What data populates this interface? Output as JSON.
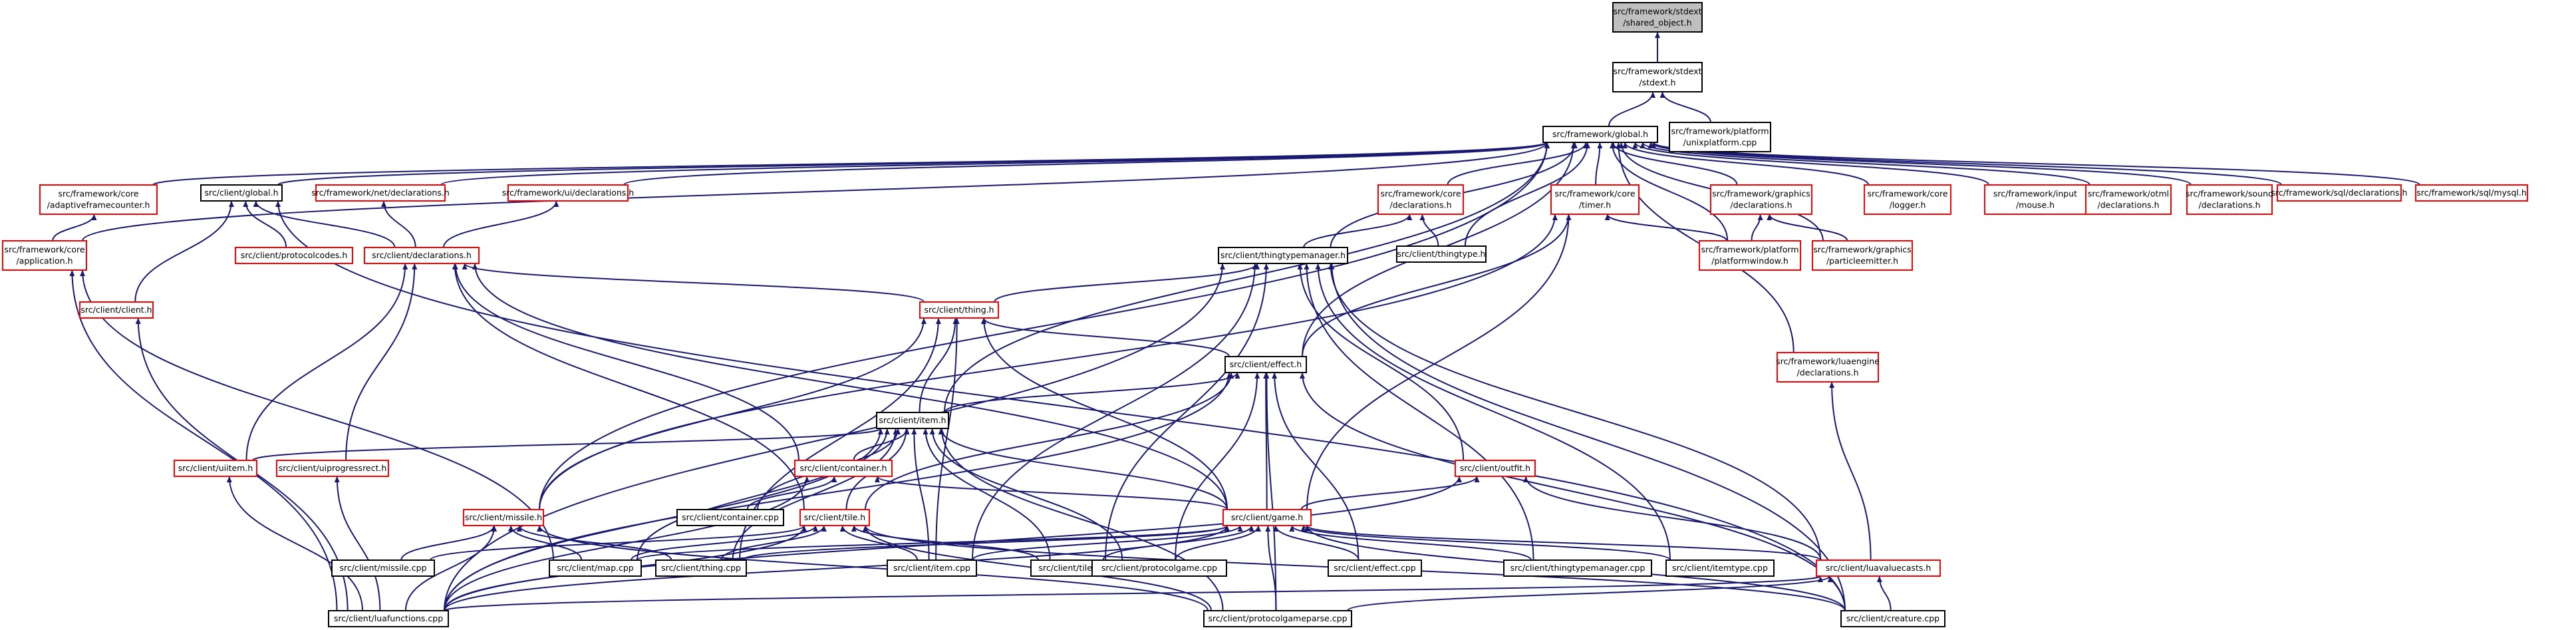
{
  "colors": {
    "edge": "#191970",
    "red": "#ff0000",
    "black": "#000000",
    "root_fill": "#bfbfbf",
    "text": "#000000"
  },
  "nodes": [
    {
      "id": "shared",
      "lines": [
        "src/framework/stdext",
        "/shared_object.h"
      ],
      "kind": "root"
    },
    {
      "id": "stdext",
      "lines": [
        "src/framework/stdext",
        "/stdext.h"
      ],
      "kind": "black"
    },
    {
      "id": "global_fw",
      "lines": [
        "src/framework/global.h"
      ],
      "kind": "black"
    },
    {
      "id": "unixplatform",
      "lines": [
        "src/framework/platform",
        "/unixplatform.cpp"
      ],
      "kind": "black"
    },
    {
      "id": "adaptive",
      "lines": [
        "src/framework/core",
        "/adaptiveframecounter.h"
      ],
      "kind": "red"
    },
    {
      "id": "client_global",
      "lines": [
        "src/client/global.h"
      ],
      "kind": "black"
    },
    {
      "id": "net_decl",
      "lines": [
        "src/framework/net/declarations.h"
      ],
      "kind": "red"
    },
    {
      "id": "ui_decl",
      "lines": [
        "src/framework/ui/declarations.h"
      ],
      "kind": "red"
    },
    {
      "id": "core_decl",
      "lines": [
        "src/framework/core",
        "/declarations.h"
      ],
      "kind": "red"
    },
    {
      "id": "timer",
      "lines": [
        "src/framework/core",
        "/timer.h"
      ],
      "kind": "red"
    },
    {
      "id": "gfx_decl",
      "lines": [
        "src/framework/graphics",
        "/declarations.h"
      ],
      "kind": "red"
    },
    {
      "id": "logger",
      "lines": [
        "src/framework/core",
        "/logger.h"
      ],
      "kind": "red"
    },
    {
      "id": "input_mouse",
      "lines": [
        "src/framework/input",
        "/mouse.h"
      ],
      "kind": "red"
    },
    {
      "id": "otml_decl",
      "lines": [
        "src/framework/otml",
        "/declarations.h"
      ],
      "kind": "red"
    },
    {
      "id": "sound_decl",
      "lines": [
        "src/framework/sound",
        "/declarations.h"
      ],
      "kind": "red"
    },
    {
      "id": "sql_decl",
      "lines": [
        "src/framework/sql/declarations.h"
      ],
      "kind": "red"
    },
    {
      "id": "mysql",
      "lines": [
        "src/framework/sql/mysql.h"
      ],
      "kind": "red"
    },
    {
      "id": "application",
      "lines": [
        "src/framework/core",
        "/application.h"
      ],
      "kind": "red"
    },
    {
      "id": "protocolcodes",
      "lines": [
        "src/client/protocolcodes.h"
      ],
      "kind": "red"
    },
    {
      "id": "client_decl",
      "lines": [
        "src/client/declarations.h"
      ],
      "kind": "red"
    },
    {
      "id": "thingtypemanager",
      "lines": [
        "src/client/thingtypemanager.h"
      ],
      "kind": "black"
    },
    {
      "id": "thingtype",
      "lines": [
        "src/client/thingtype.h"
      ],
      "kind": "black"
    },
    {
      "id": "platformwindow",
      "lines": [
        "src/framework/platform",
        "/platformwindow.h"
      ],
      "kind": "red"
    },
    {
      "id": "particleemitter",
      "lines": [
        "src/framework/graphics",
        "/particleemitter.h"
      ],
      "kind": "red"
    },
    {
      "id": "client_h",
      "lines": [
        "src/client/client.h"
      ],
      "kind": "red"
    },
    {
      "id": "thing",
      "lines": [
        "src/client/thing.h"
      ],
      "kind": "red"
    },
    {
      "id": "effect_h",
      "lines": [
        "src/client/effect.h"
      ],
      "kind": "black"
    },
    {
      "id": "luaengine_decl",
      "lines": [
        "src/framework/luaengine",
        "/declarations.h"
      ],
      "kind": "red"
    },
    {
      "id": "item",
      "lines": [
        "src/client/item.h"
      ],
      "kind": "black"
    },
    {
      "id": "uiitem",
      "lines": [
        "src/client/uiitem.h"
      ],
      "kind": "red"
    },
    {
      "id": "uiprogressrect",
      "lines": [
        "src/client/uiprogressrect.h"
      ],
      "kind": "red"
    },
    {
      "id": "container_h",
      "lines": [
        "src/client/container.h"
      ],
      "kind": "red"
    },
    {
      "id": "outfit",
      "lines": [
        "src/client/outfit.h"
      ],
      "kind": "red"
    },
    {
      "id": "container_cpp",
      "lines": [
        "src/client/container.cpp"
      ],
      "kind": "black"
    },
    {
      "id": "missile_h",
      "lines": [
        "src/client/missile.h"
      ],
      "kind": "red"
    },
    {
      "id": "tile_h",
      "lines": [
        "src/client/tile.h"
      ],
      "kind": "red"
    },
    {
      "id": "game_h",
      "lines": [
        "src/client/game.h"
      ],
      "kind": "red"
    },
    {
      "id": "missile_cpp",
      "lines": [
        "src/client/missile.cpp"
      ],
      "kind": "black"
    },
    {
      "id": "map_cpp",
      "lines": [
        "src/client/map.cpp"
      ],
      "kind": "black"
    },
    {
      "id": "thing_cpp",
      "lines": [
        "src/client/thing.cpp"
      ],
      "kind": "black"
    },
    {
      "id": "item_cpp",
      "lines": [
        "src/client/item.cpp"
      ],
      "kind": "black"
    },
    {
      "id": "tile_cpp",
      "lines": [
        "src/client/tile.cpp"
      ],
      "kind": "black"
    },
    {
      "id": "protocolgame_cpp",
      "lines": [
        "src/client/protocolgame.cpp"
      ],
      "kind": "black"
    },
    {
      "id": "effect_cpp",
      "lines": [
        "src/client/effect.cpp"
      ],
      "kind": "black"
    },
    {
      "id": "thingtypemanager_cpp",
      "lines": [
        "src/client/thingtypemanager.cpp"
      ],
      "kind": "black"
    },
    {
      "id": "itemtype_cpp",
      "lines": [
        "src/client/itemtype.cpp"
      ],
      "kind": "black"
    },
    {
      "id": "luavaluecasts",
      "lines": [
        "src/client/luavaluecasts.h"
      ],
      "kind": "red"
    },
    {
      "id": "luafunctions",
      "lines": [
        "src/client/luafunctions.cpp"
      ],
      "kind": "black"
    },
    {
      "id": "protocolgameparse",
      "lines": [
        "src/client/protocolgameparse.cpp"
      ],
      "kind": "black"
    },
    {
      "id": "creature_cpp",
      "lines": [
        "src/client/creature.cpp"
      ],
      "kind": "black"
    }
  ],
  "edges": [
    [
      "stdext",
      "shared"
    ],
    [
      "global_fw",
      "stdext"
    ],
    [
      "unixplatform",
      "stdext"
    ],
    [
      "adaptive",
      "global_fw"
    ],
    [
      "net_decl",
      "global_fw"
    ],
    [
      "ui_decl",
      "global_fw"
    ],
    [
      "core_decl",
      "global_fw"
    ],
    [
      "timer",
      "global_fw"
    ],
    [
      "gfx_decl",
      "global_fw"
    ],
    [
      "logger",
      "global_fw"
    ],
    [
      "input_mouse",
      "global_fw"
    ],
    [
      "otml_decl",
      "global_fw"
    ],
    [
      "sound_decl",
      "global_fw"
    ],
    [
      "sql_decl",
      "global_fw"
    ],
    [
      "mysql",
      "global_fw"
    ],
    [
      "application",
      "global_fw"
    ],
    [
      "thingtypemanager",
      "global_fw"
    ],
    [
      "thingtype",
      "global_fw"
    ],
    [
      "platformwindow",
      "global_fw"
    ],
    [
      "particleemitter",
      "global_fw"
    ],
    [
      "luaengine_decl",
      "global_fw"
    ],
    [
      "effect_h",
      "global_fw"
    ],
    [
      "item",
      "global_fw"
    ],
    [
      "missile_h",
      "global_fw"
    ],
    [
      "client_global",
      "global_fw"
    ],
    [
      "application",
      "adaptive"
    ],
    [
      "luafunctions",
      "application"
    ],
    [
      "map_cpp",
      "application"
    ],
    [
      "client_decl",
      "client_global"
    ],
    [
      "client_decl",
      "net_decl"
    ],
    [
      "client_decl",
      "ui_decl"
    ],
    [
      "protocolcodes",
      "client_global"
    ],
    [
      "client_h",
      "client_global"
    ],
    [
      "creature_cpp",
      "client_global"
    ],
    [
      "thingtypemanager",
      "core_decl"
    ],
    [
      "thingtype",
      "core_decl"
    ],
    [
      "platformwindow",
      "gfx_decl"
    ],
    [
      "particleemitter",
      "gfx_decl"
    ],
    [
      "platformwindow",
      "timer"
    ],
    [
      "effect_h",
      "timer"
    ],
    [
      "game_h",
      "timer"
    ],
    [
      "missile_h",
      "timer"
    ],
    [
      "luafunctions",
      "client_h"
    ],
    [
      "thing",
      "client_decl"
    ],
    [
      "container_h",
      "client_decl"
    ],
    [
      "uiitem",
      "client_decl"
    ],
    [
      "uiprogressrect",
      "client_decl"
    ],
    [
      "tile_h",
      "client_decl"
    ],
    [
      "game_h",
      "client_decl"
    ],
    [
      "thing",
      "thingtypemanager"
    ],
    [
      "item_cpp",
      "thingtypemanager"
    ],
    [
      "tile_cpp",
      "thingtypemanager"
    ],
    [
      "thingtypemanager_cpp",
      "thingtypemanager"
    ],
    [
      "itemtype_cpp",
      "thingtypemanager"
    ],
    [
      "luavaluecasts",
      "thingtypemanager"
    ],
    [
      "luafunctions",
      "thingtypemanager"
    ],
    [
      "creature_cpp",
      "thingtypemanager"
    ],
    [
      "outfit",
      "thingtypemanager"
    ],
    [
      "effect_h",
      "thing"
    ],
    [
      "item",
      "thing"
    ],
    [
      "missile_h",
      "thing"
    ],
    [
      "thing_cpp",
      "thing"
    ],
    [
      "item_cpp",
      "thing"
    ],
    [
      "game_h",
      "thing"
    ],
    [
      "item",
      "effect_h"
    ],
    [
      "tile_h",
      "effect_h"
    ],
    [
      "game_h",
      "effect_h"
    ],
    [
      "effect_cpp",
      "effect_h"
    ],
    [
      "protocolgame_cpp",
      "effect_h"
    ],
    [
      "protocolgameparse",
      "effect_h"
    ],
    [
      "luafunctions",
      "effect_h"
    ],
    [
      "creature_cpp",
      "effect_h"
    ],
    [
      "luavaluecasts",
      "luaengine_decl"
    ],
    [
      "uiitem",
      "item"
    ],
    [
      "container_h",
      "item"
    ],
    [
      "tile_h",
      "item"
    ],
    [
      "game_h",
      "item"
    ],
    [
      "item_cpp",
      "item"
    ],
    [
      "tile_cpp",
      "item"
    ],
    [
      "map_cpp",
      "item"
    ],
    [
      "thing_cpp",
      "item"
    ],
    [
      "container_cpp",
      "item"
    ],
    [
      "protocolgame_cpp",
      "item"
    ],
    [
      "protocolgameparse",
      "item"
    ],
    [
      "luafunctions",
      "item"
    ],
    [
      "luafunctions",
      "uiitem"
    ],
    [
      "luafunctions",
      "uiprogressrect"
    ],
    [
      "container_cpp",
      "container_h"
    ],
    [
      "game_h",
      "container_h"
    ],
    [
      "luafunctions",
      "container_h"
    ],
    [
      "game_h",
      "outfit"
    ],
    [
      "luavaluecasts",
      "outfit"
    ],
    [
      "luafunctions",
      "outfit"
    ],
    [
      "missile_cpp",
      "missile_h"
    ],
    [
      "map_cpp",
      "missile_h"
    ],
    [
      "thing_cpp",
      "missile_h"
    ],
    [
      "luafunctions",
      "missile_h"
    ],
    [
      "protocolgameparse",
      "missile_h"
    ],
    [
      "map_cpp",
      "tile_h"
    ],
    [
      "thing_cpp",
      "tile_h"
    ],
    [
      "item_cpp",
      "tile_h"
    ],
    [
      "tile_cpp",
      "tile_h"
    ],
    [
      "luafunctions",
      "tile_h"
    ],
    [
      "protocolgameparse",
      "tile_h"
    ],
    [
      "creature_cpp",
      "tile_h"
    ],
    [
      "missile_cpp",
      "tile_h"
    ],
    [
      "map_cpp",
      "game_h"
    ],
    [
      "thing_cpp",
      "game_h"
    ],
    [
      "item_cpp",
      "game_h"
    ],
    [
      "tile_cpp",
      "game_h"
    ],
    [
      "protocolgame_cpp",
      "game_h"
    ],
    [
      "effect_cpp",
      "game_h"
    ],
    [
      "thingtypemanager_cpp",
      "game_h"
    ],
    [
      "itemtype_cpp",
      "game_h"
    ],
    [
      "luavaluecasts",
      "game_h"
    ],
    [
      "luafunctions",
      "game_h"
    ],
    [
      "protocolgameparse",
      "game_h"
    ],
    [
      "creature_cpp",
      "game_h"
    ],
    [
      "luafunctions",
      "luavaluecasts"
    ],
    [
      "protocolgameparse",
      "luavaluecasts"
    ],
    [
      "creature_cpp",
      "luavaluecasts"
    ]
  ]
}
